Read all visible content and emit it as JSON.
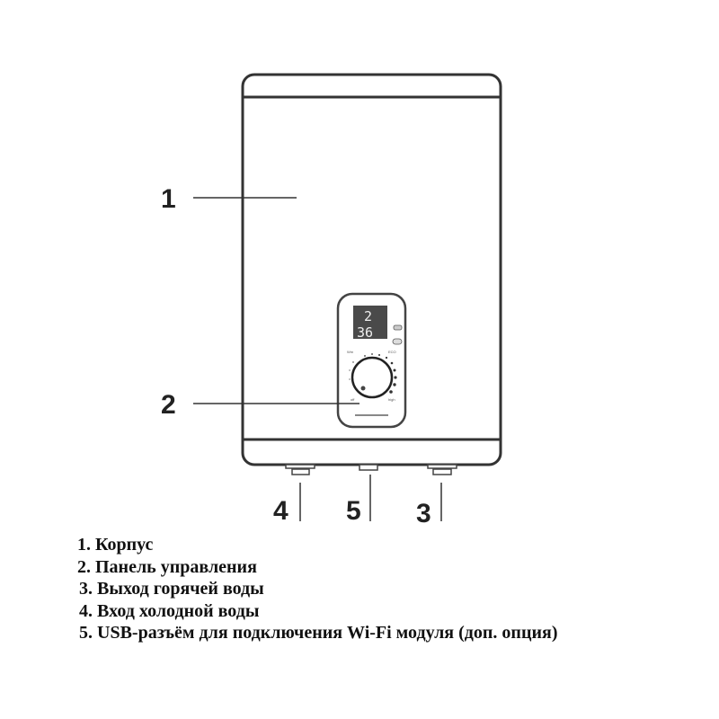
{
  "callouts": {
    "c1": "1",
    "c2": "2",
    "c3": "3",
    "c4": "4",
    "c5": "5"
  },
  "display": {
    "top": "2",
    "bottom": "36"
  },
  "dial": {
    "min_label": "off",
    "max_label": "high",
    "left_label": "Wm",
    "right_label": "ECO"
  },
  "legend": [
    "1. Корпус",
    "2. Панель управления",
    "3. Выход горячей воды",
    "4. Вход холодной воды",
    "5. USB-разъём для подключения Wi-Fi модуля (доп. опция)"
  ]
}
